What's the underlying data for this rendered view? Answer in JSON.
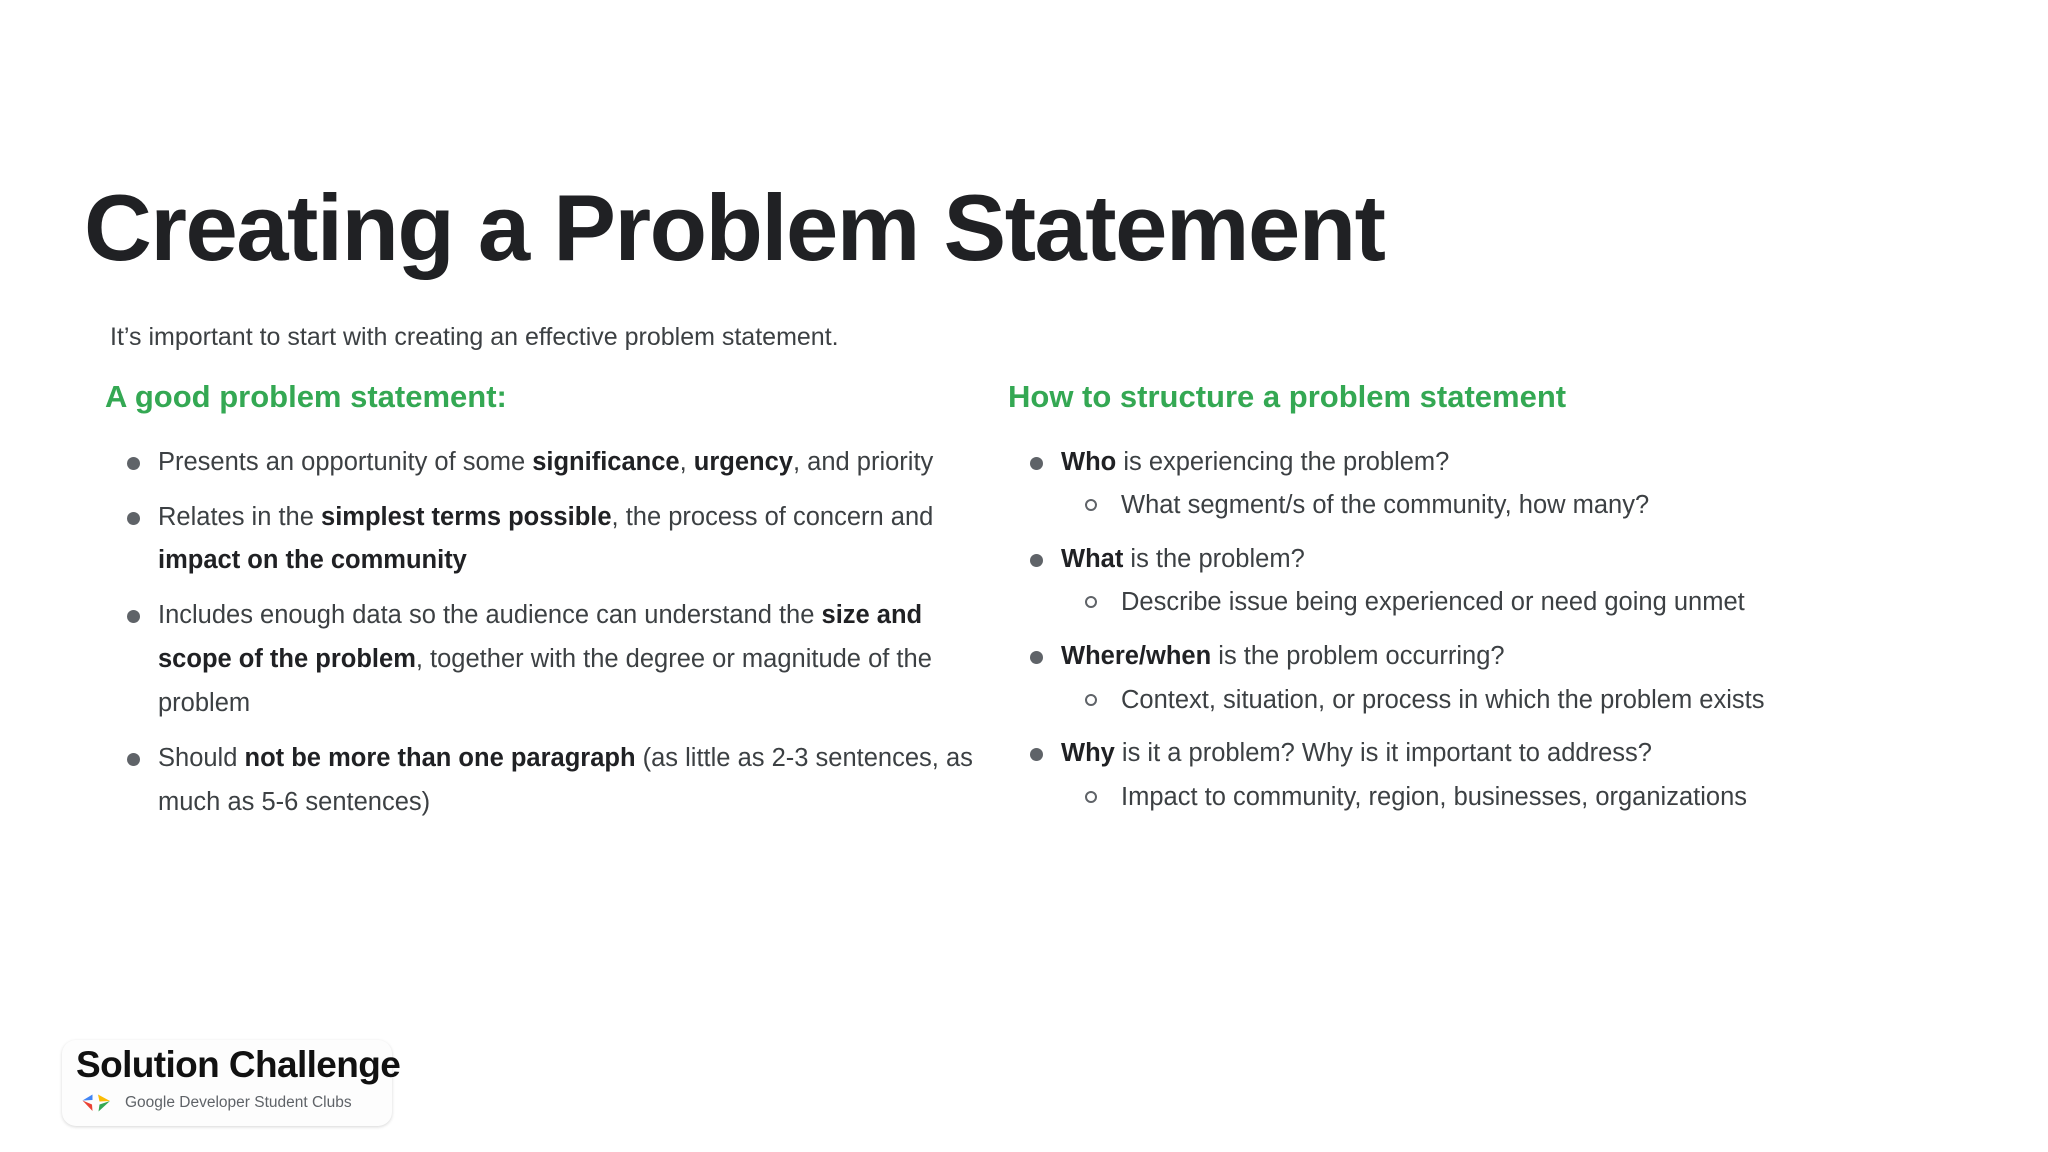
{
  "slide": {
    "title": "Creating a Problem Statement",
    "subtitle": "It’s important to start with creating an effective problem statement.",
    "accent_green": "#34A853",
    "title_color": "#202124",
    "body_color": "#3C4043",
    "bullet_color": "#5F6368",
    "background": "#FFFFFF"
  },
  "left_column": {
    "heading": "A good problem statement:",
    "bullets": [
      {
        "plain_text": "Presents an opportunity of some significance, urgency, and priority",
        "segments": [
          {
            "text": "Presents an opportunity of some ",
            "bold": false
          },
          {
            "text": "significance",
            "bold": true
          },
          {
            "text": ", ",
            "bold": false
          },
          {
            "text": "urgency",
            "bold": true
          },
          {
            "text": ", and priority",
            "bold": false
          }
        ]
      },
      {
        "plain_text": "Relates in the simplest terms possible, the process of concern and impact on the community",
        "segments": [
          {
            "text": "Relates in the ",
            "bold": false
          },
          {
            "text": "simplest terms possible",
            "bold": true
          },
          {
            "text": ", the process of concern and ",
            "bold": false
          },
          {
            "text": "impact on the community",
            "bold": true
          }
        ]
      },
      {
        "plain_text": "Includes enough data so the audience can understand the size and scope of the problem, together with the degree or magnitude of the problem",
        "segments": [
          {
            "text": "Includes enough data so the audience can understand the ",
            "bold": false
          },
          {
            "text": "size and scope of the problem",
            "bold": true
          },
          {
            "text": ", together with the degree or magnitude of the problem",
            "bold": false
          }
        ]
      },
      {
        "plain_text": "Should not be more than one paragraph (as little as 2-3 sentences, as much as 5-6 sentences)",
        "segments": [
          {
            "text": "Should ",
            "bold": false
          },
          {
            "text": "not be more than one paragraph",
            "bold": true
          },
          {
            "text": " (as little as 2-3 sentences, as much as 5-6 sentences)",
            "bold": false
          }
        ]
      }
    ]
  },
  "right_column": {
    "heading": "How to structure a problem statement",
    "bullets": [
      {
        "plain_text": "Who is experiencing the problem?",
        "segments": [
          {
            "text": "Who",
            "bold": true
          },
          {
            "text": " is experiencing the problem?",
            "bold": false
          }
        ],
        "sub": [
          "What segment/s of the community, how many?"
        ]
      },
      {
        "plain_text": "What is the problem?",
        "segments": [
          {
            "text": "What",
            "bold": true
          },
          {
            "text": " is the problem?",
            "bold": false
          }
        ],
        "sub": [
          "Describe issue being experienced or need going unmet"
        ]
      },
      {
        "plain_text": "Where/when is the problem occurring?",
        "segments": [
          {
            "text": "Where/when",
            "bold": true
          },
          {
            "text": " is the problem occurring?",
            "bold": false
          }
        ],
        "sub": [
          "Context, situation, or process in which the problem exists"
        ]
      },
      {
        "plain_text": "Why is it a problem? Why is it important to address?",
        "segments": [
          {
            "text": "Why",
            "bold": true
          },
          {
            "text": " is it a problem? Why is it important to address?",
            "bold": false
          }
        ],
        "sub": [
          "Impact to community, region, businesses, organizations"
        ]
      }
    ]
  },
  "logo": {
    "title": "Solution Challenge",
    "subtitle": "Google Developer Student Clubs",
    "mark_colors": {
      "blue": "#4285F4",
      "red": "#EA4335",
      "yellow": "#FBBC04",
      "green": "#34A853"
    }
  }
}
